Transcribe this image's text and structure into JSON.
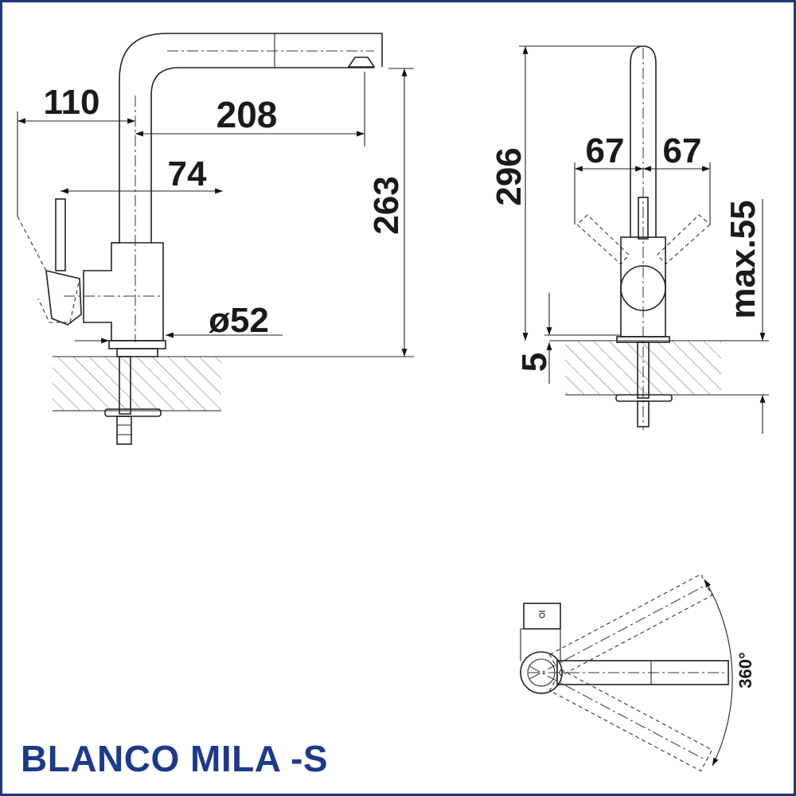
{
  "product_title": "BLANCO MILA -S",
  "dimensions": {
    "reach_110": "110",
    "reach_208": "208",
    "offset_74": "74",
    "height_263": "263",
    "diameter_52": "ø52",
    "height_296": "296",
    "lever_67_left": "67",
    "lever_67_right": "67",
    "max_thickness": "max.55",
    "base_5": "5",
    "rotation": "360°"
  },
  "colors": {
    "title": "#1d3a8a",
    "frame": "#1d3a7a",
    "lines": "#222222"
  }
}
